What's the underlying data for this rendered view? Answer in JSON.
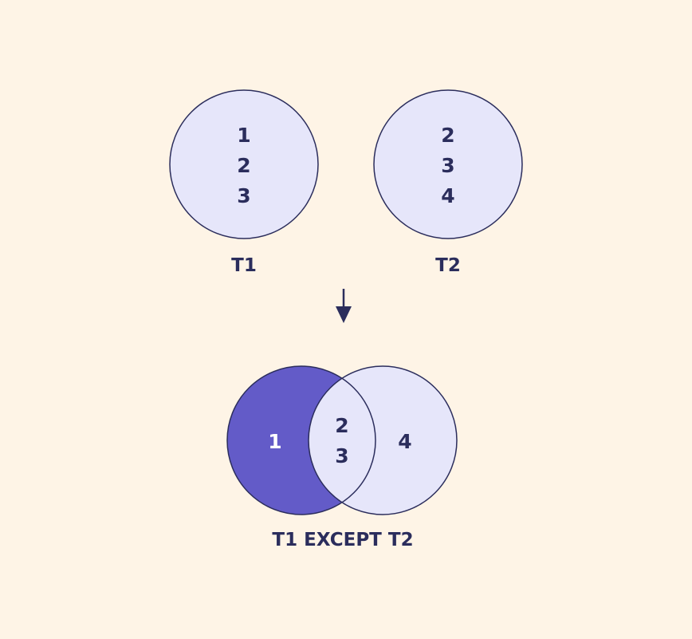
{
  "colors": {
    "background": "#FEF4E6",
    "circle_fill": "#E6E6FA",
    "circle_stroke": "#2B2D5C",
    "except_fill": "#635BC8",
    "text_dark": "#2B2D5C",
    "text_light": "#FFFFFF"
  },
  "sets": {
    "t1": {
      "label": "T1",
      "values": [
        "1",
        "2",
        "3"
      ]
    },
    "t2": {
      "label": "T2",
      "values": [
        "2",
        "3",
        "4"
      ]
    }
  },
  "result": {
    "left_only": [
      "1"
    ],
    "overlap": [
      "2",
      "3"
    ],
    "right_only": [
      "4"
    ],
    "label": "T1 EXCEPT T2"
  },
  "arrow_icon": "arrow-down-icon"
}
